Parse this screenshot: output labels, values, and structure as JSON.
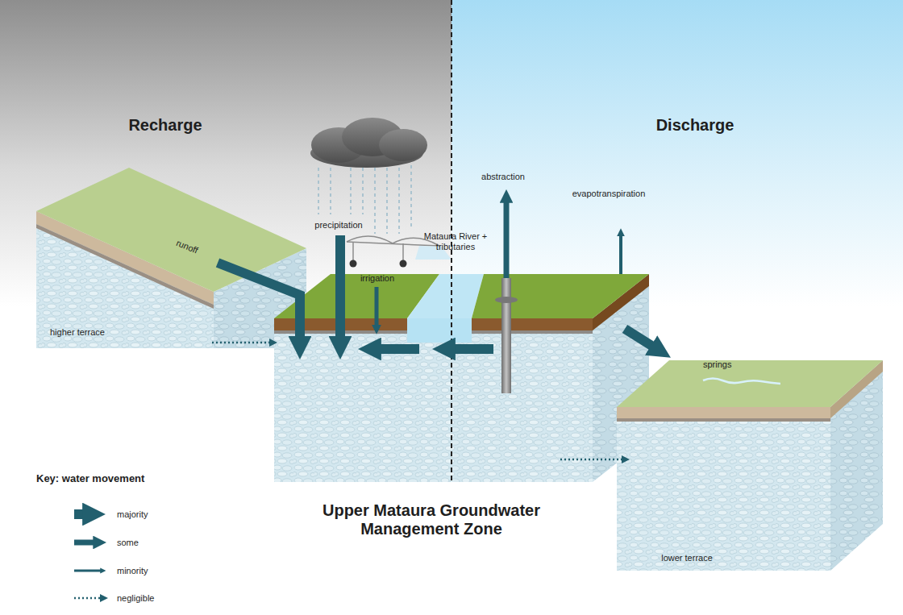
{
  "diagram": {
    "title": "Upper Mataura Groundwater Management Zone",
    "labels": [
      "Recharge",
      "Discharge",
      "runoff",
      "precipitation",
      "irrigation",
      "Mataura River + tributaries",
      "abstraction",
      "evapotranspiration",
      "higher terrace",
      "springs",
      "lower terrace",
      "Key: water movement"
    ],
    "legend": [
      {
        "text": "majority"
      },
      {
        "text": "some"
      },
      {
        "text": "minority"
      },
      {
        "text": "negligible"
      }
    ]
  }
}
